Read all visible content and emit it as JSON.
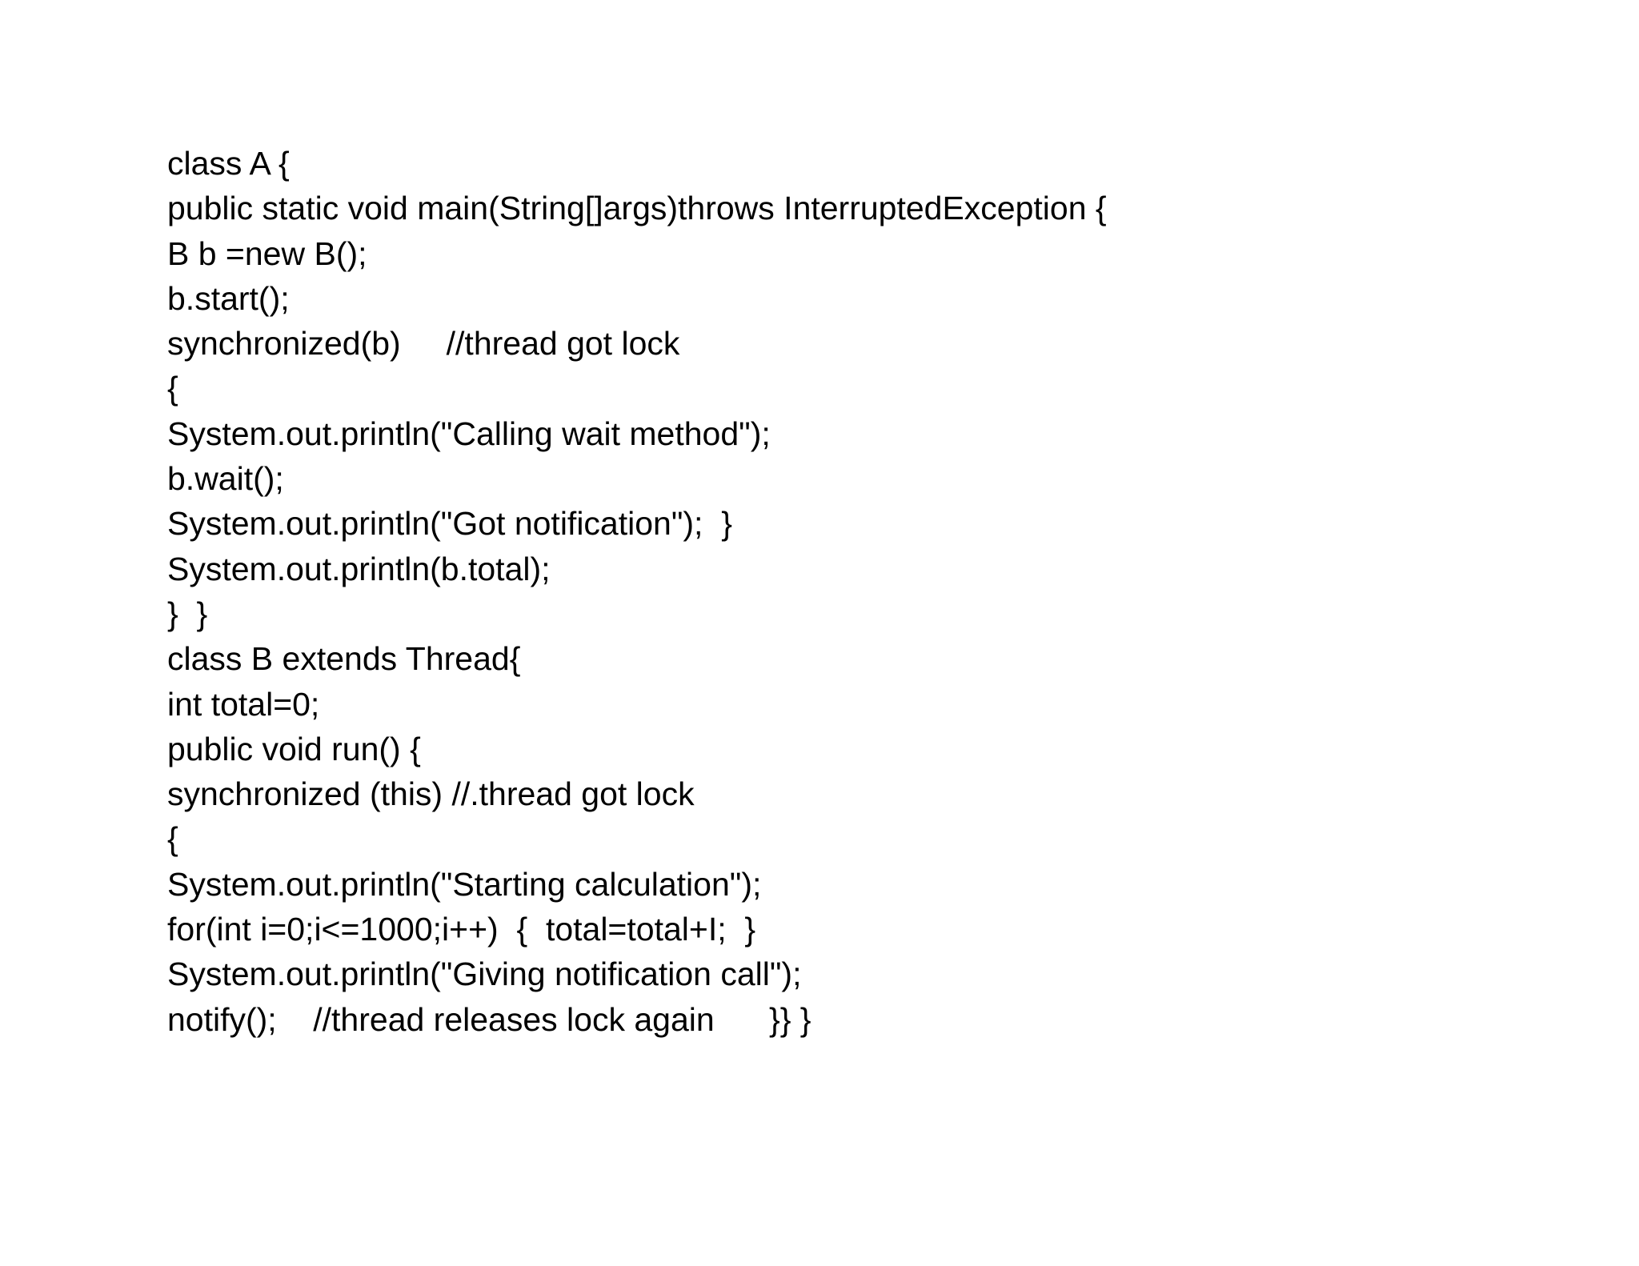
{
  "code_lines": [
    "class A {",
    "public static void main(String[]args)throws InterruptedException {",
    "B b =new B();",
    "b.start();",
    "synchronized(b)     //thread got lock",
    "{",
    "System.out.println(\"Calling wait method\");",
    "b.wait();",
    "System.out.println(\"Got notification\");  }",
    "System.out.println(b.total);",
    "}  }",
    "class B extends Thread{",
    "int total=0;",
    "public void run() {",
    "synchronized (this) //.thread got lock",
    "{",
    "System.out.println(\"Starting calculation\");",
    "for(int i=0;i<=1000;i++)  {  total=total+I;  }",
    "System.out.println(\"Giving notification call\");",
    "notify();    //thread releases lock again      }} }"
  ]
}
